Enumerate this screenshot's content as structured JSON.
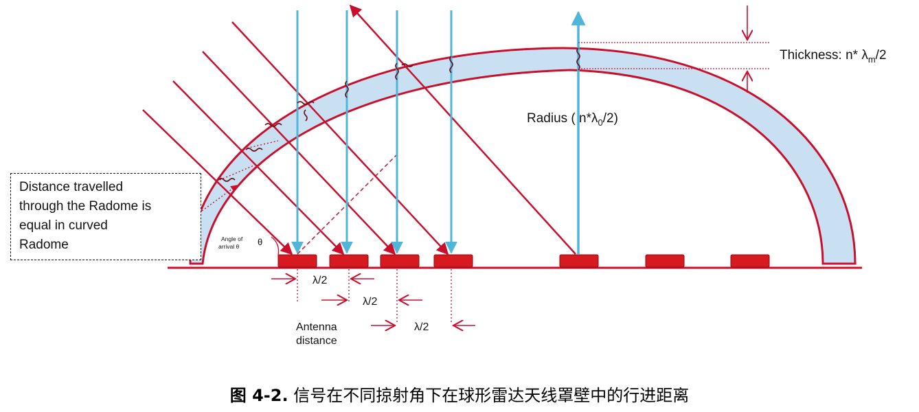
{
  "colors": {
    "radome_fill": "#c8e0f2",
    "radome_stroke": "#c8102e",
    "ray_red": "#c8102e",
    "ray_blue": "#4fb6d8",
    "antenna": "#d71920"
  },
  "labels": {
    "thickness_prefix": "Thickness: n* λ",
    "thickness_sub": "m",
    "thickness_suffix": "/2",
    "radius_prefix": "Radius ( n*λ",
    "radius_sub": "0",
    "radius_suffix": "/2)",
    "angle_of_arrival_1": "Angle of",
    "angle_of_arrival_2": "arrival θ",
    "theta": "θ",
    "half_wavelength": "λ/2",
    "antenna_distance_1": "Antenna",
    "antenna_distance_2": "distance"
  },
  "note_box": {
    "line1": "Distance travelled",
    "line2": "through the Radome is",
    "line3": "equal in curved",
    "line4": "Radome"
  },
  "caption": {
    "figure": "图 4-2.",
    "text": "信号在不同掠射角下在球形雷达天线罩壁中的行进距离"
  }
}
